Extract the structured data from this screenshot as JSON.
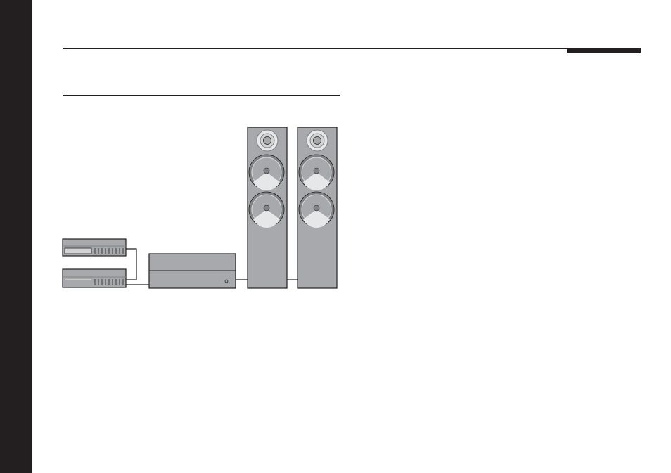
{
  "page": {
    "colors": {
      "ink": "#231f20",
      "panel_gray": "#a7a9ac",
      "dark_gray": "#808285",
      "light_gray": "#d1d3d4",
      "cone_light": "#e6e7e8"
    }
  },
  "diagram": {
    "components": [
      {
        "id": "source-unit-1",
        "kind": "source-component",
        "icon": "audio-source-icon"
      },
      {
        "id": "source-unit-2",
        "kind": "source-component",
        "icon": "audio-source-icon"
      },
      {
        "id": "amplifier",
        "kind": "amplifier",
        "icon": "amplifier-icon"
      },
      {
        "id": "speaker-left",
        "kind": "floorstanding-loudspeaker",
        "icon": "speaker-icon"
      },
      {
        "id": "speaker-right",
        "kind": "floorstanding-loudspeaker",
        "icon": "speaker-icon"
      }
    ]
  }
}
